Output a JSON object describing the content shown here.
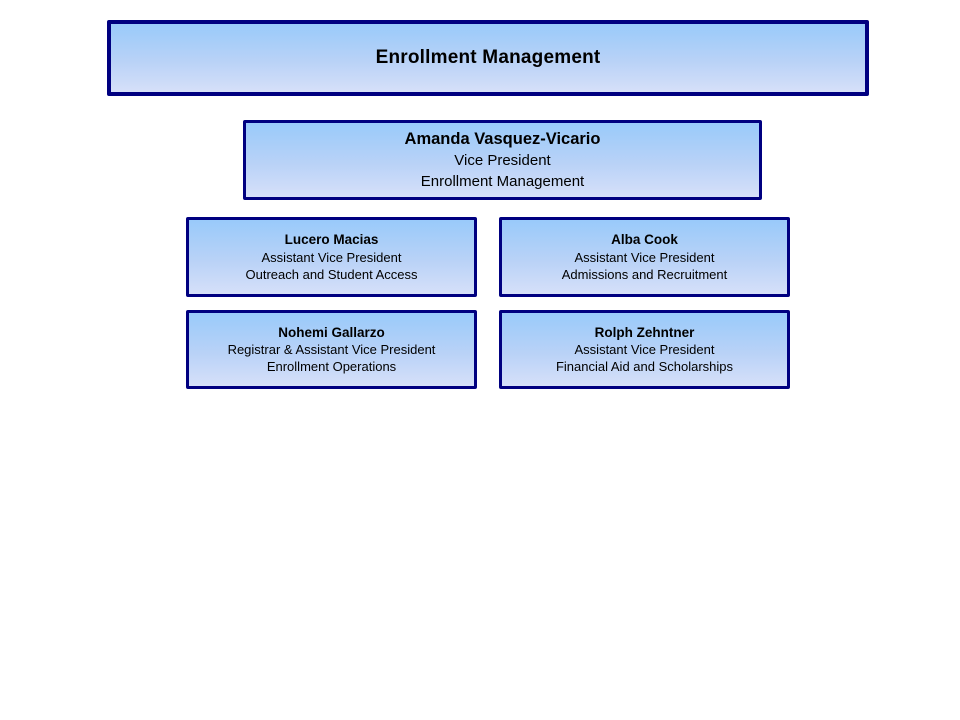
{
  "page": {
    "background": "#ffffff"
  },
  "colors": {
    "box_border": "#000080",
    "box_gradient_top": "#99cafa",
    "box_gradient_bottom": "#d6e0f9",
    "text": "#000000"
  },
  "org_chart": {
    "title": "Enrollment Management",
    "vp": {
      "name": "Amanda Vasquez-Vicario",
      "title": "Vice President",
      "department": "Enrollment Management"
    },
    "nodes": [
      {
        "name": "Lucero Macias",
        "title": "Assistant Vice President",
        "department": "Outreach and Student Access"
      },
      {
        "name": "Alba Cook",
        "title": "Assistant Vice President",
        "department": "Admissions and Recruitment"
      },
      {
        "name": "Nohemi Gallarzo",
        "title": "Registrar & Assistant Vice President",
        "department": "Enrollment Operations"
      },
      {
        "name": "Rolph Zehntner",
        "title": "Assistant Vice President",
        "department": "Financial Aid and Scholarships"
      }
    ]
  }
}
